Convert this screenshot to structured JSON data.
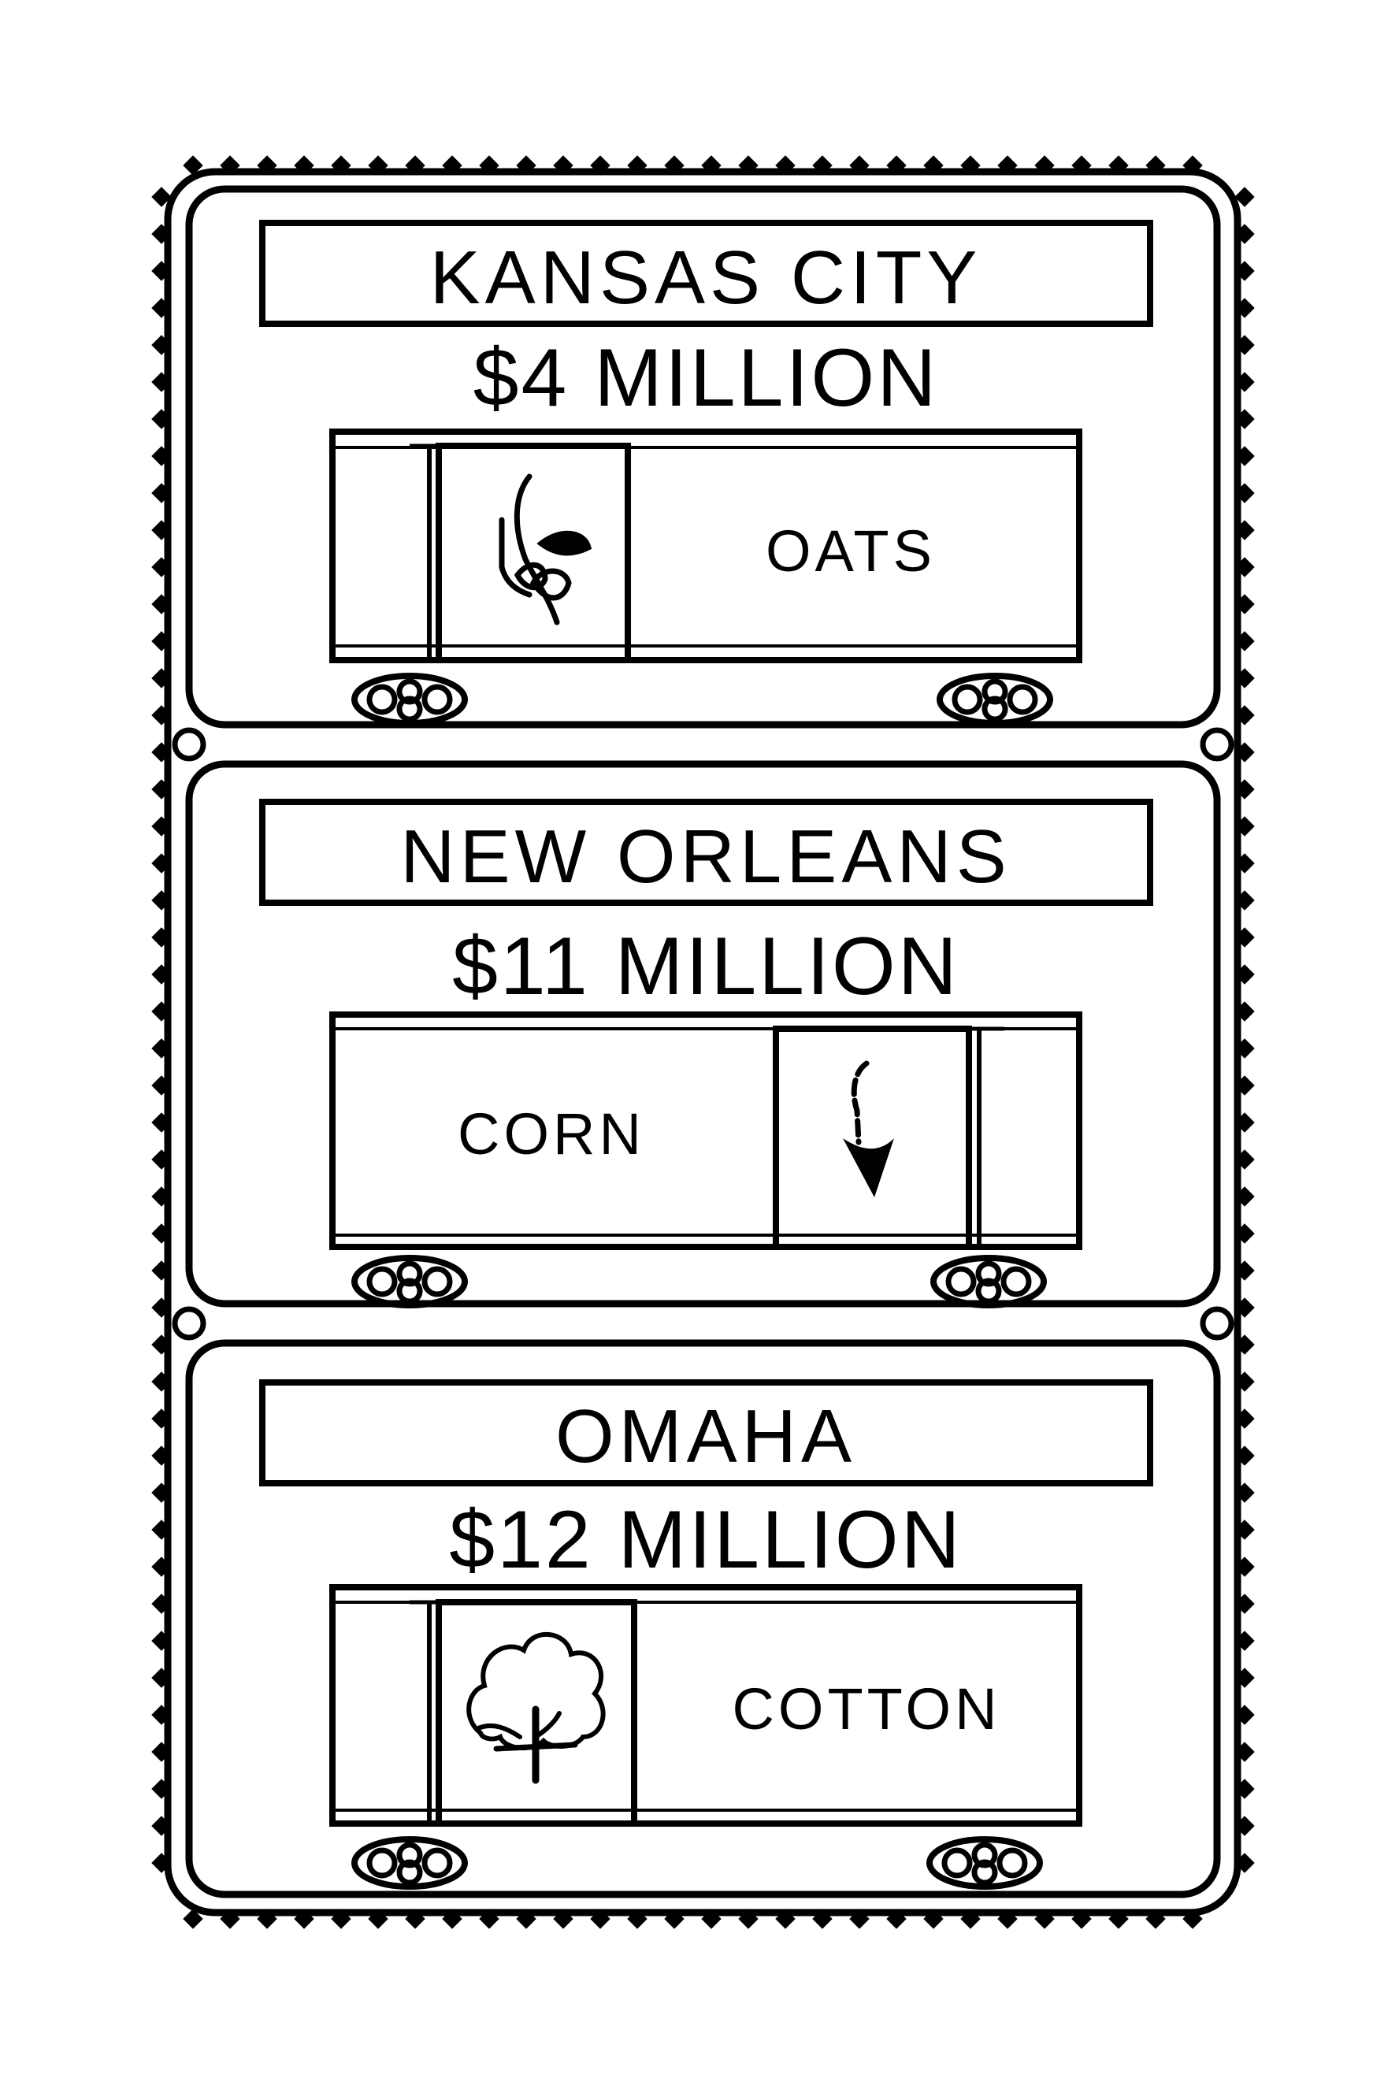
{
  "stamps": [
    {
      "city": "KANSAS CITY",
      "value": "$4 MILLION",
      "crop": "OATS",
      "icon": "oats-icon",
      "icon_side": "left"
    },
    {
      "city": "NEW ORLEANS",
      "value": "$11 MILLION",
      "crop": "CORN",
      "icon": "corn-icon",
      "icon_side": "right"
    },
    {
      "city": "OMAHA",
      "value": "$12 MILLION",
      "crop": "COTTON",
      "icon": "cotton-icon",
      "icon_side": "left"
    }
  ],
  "colors": {
    "ink": "#000000",
    "paper": "#ffffff"
  }
}
